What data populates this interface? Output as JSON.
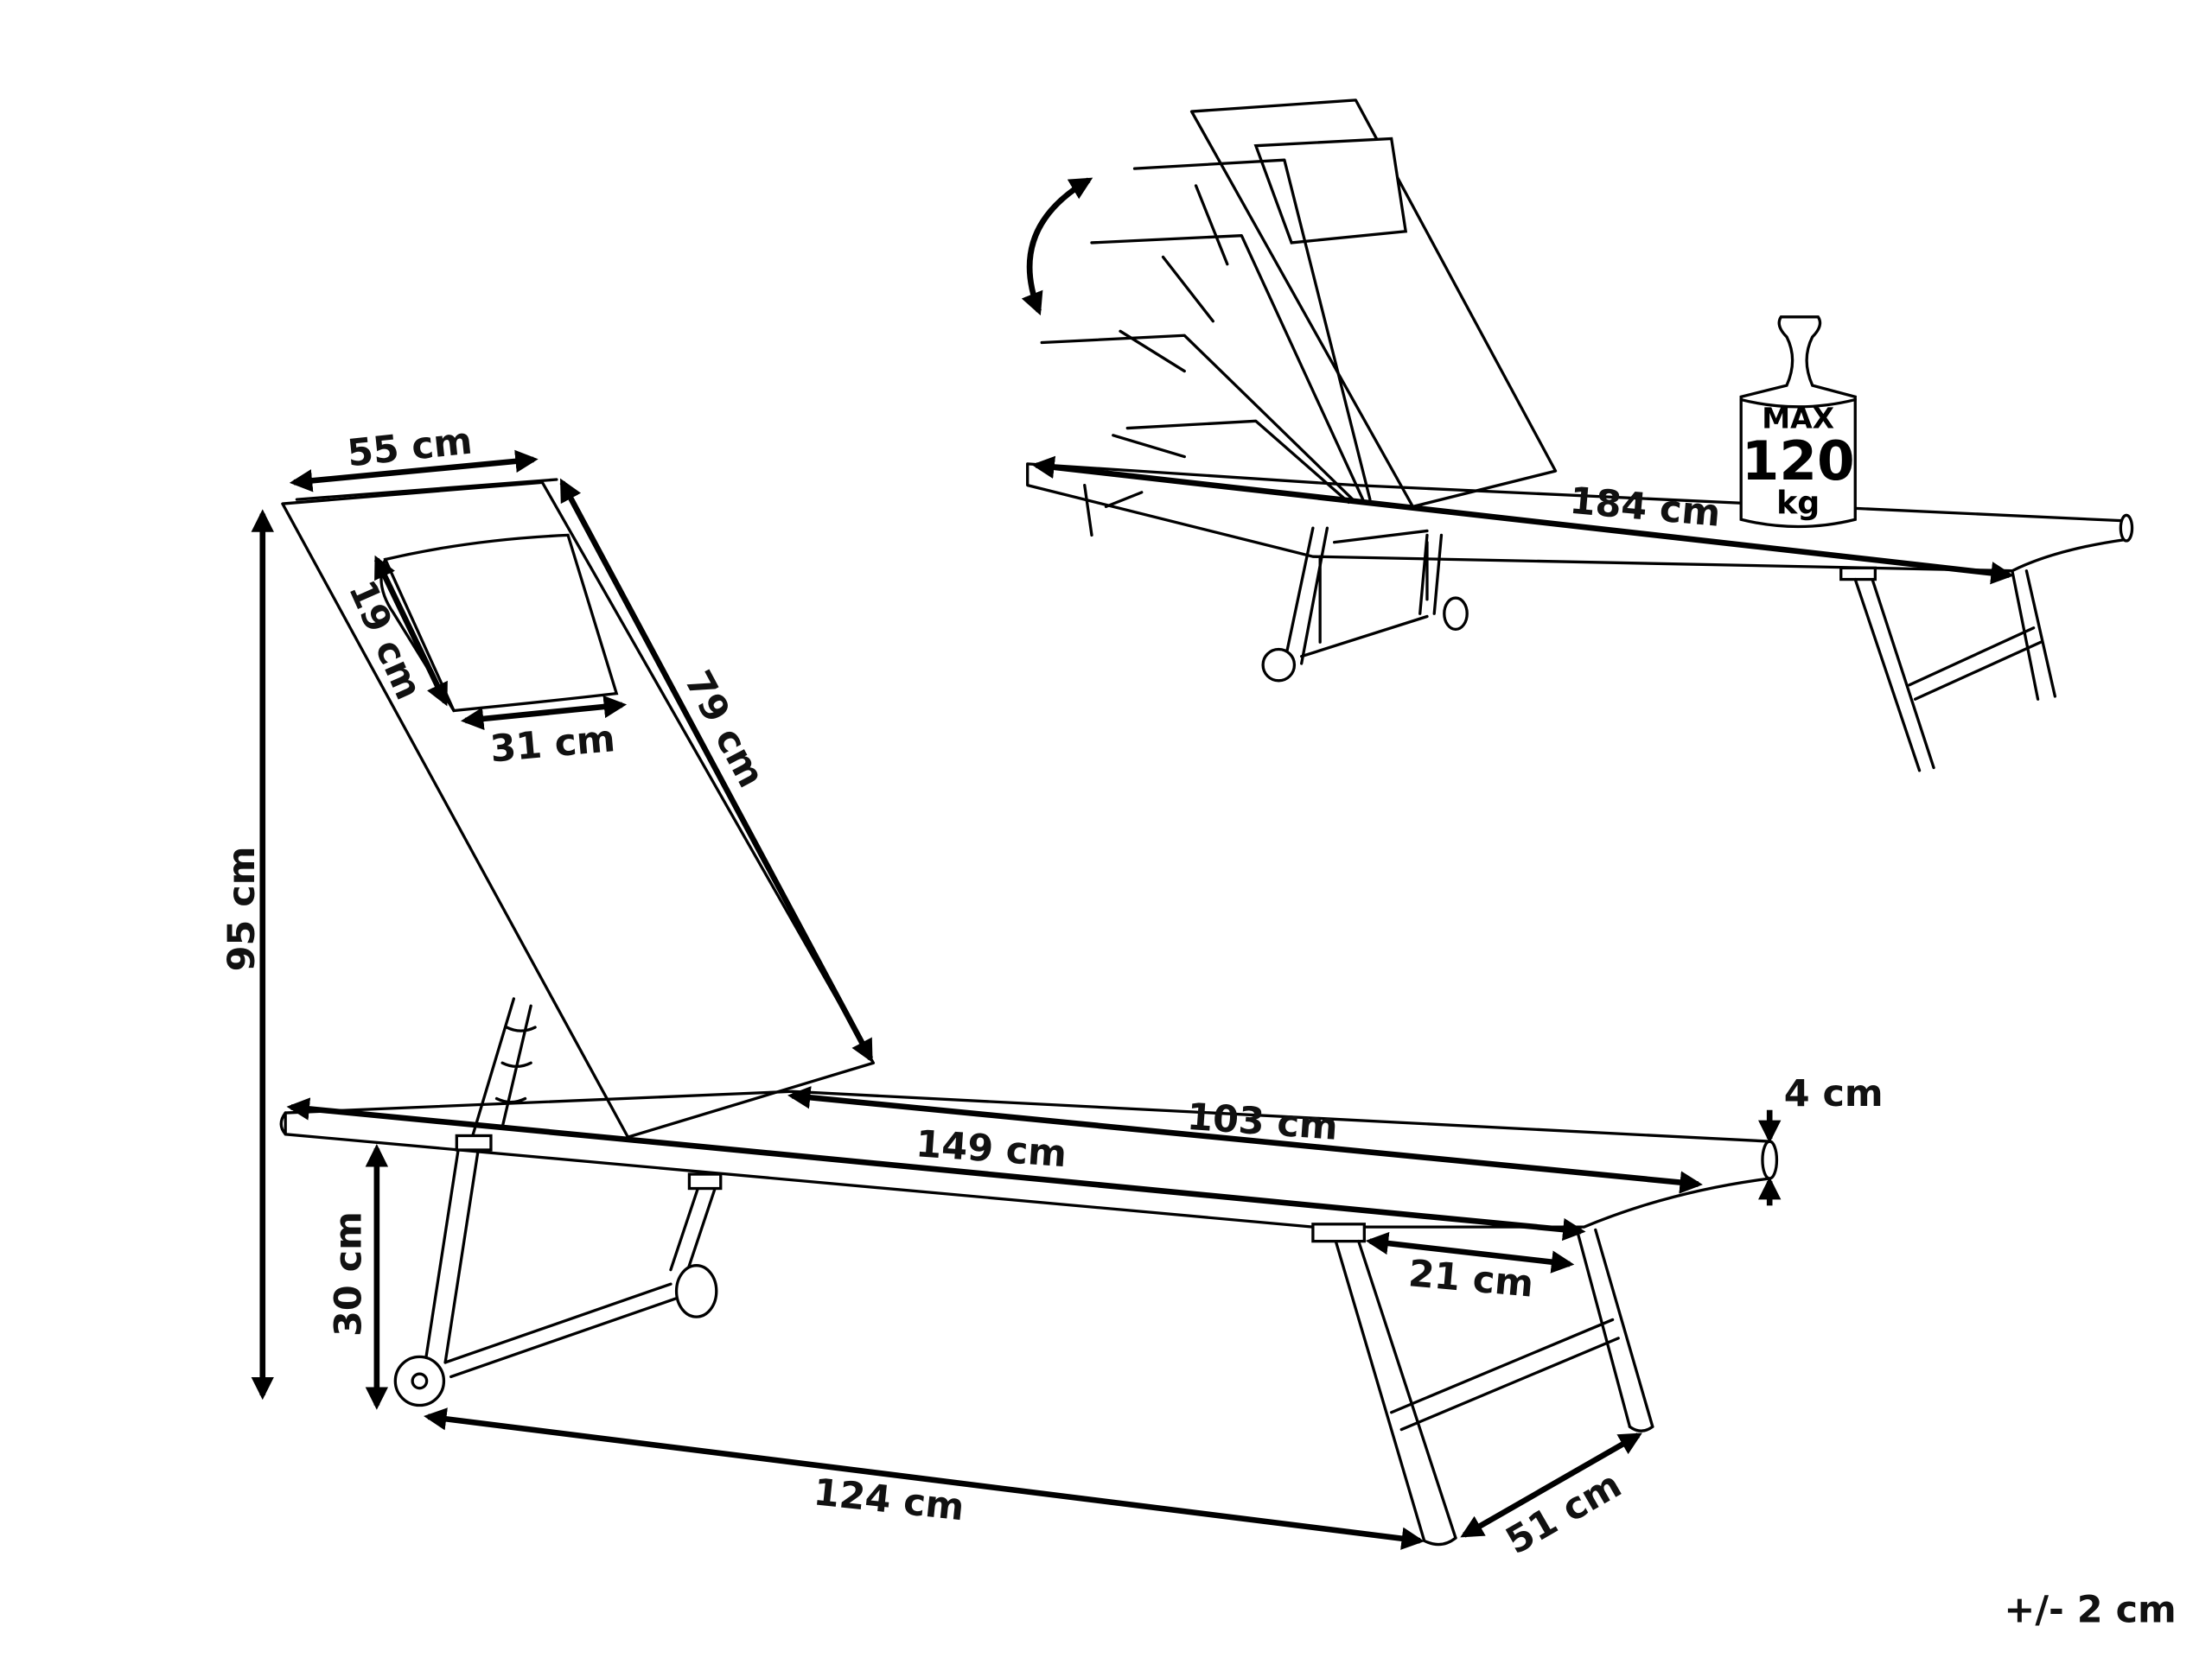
{
  "dimensions": {
    "headrest_width": "55 cm",
    "pillow_height": "19 cm",
    "pillow_width": "31 cm",
    "backrest_length": "79 cm",
    "total_height": "95 cm",
    "seat_length": "103 cm",
    "frame_length": "149 cm",
    "frame_thickness": "4 cm",
    "leg_offset": "21 cm",
    "seat_height": "30 cm",
    "base_length": "124 cm",
    "base_width": "51 cm",
    "total_length": "184 cm"
  },
  "max_load": {
    "line1": "MAX",
    "line2": "120",
    "line3": "kg"
  },
  "tolerance": "+/- 2 cm",
  "colors": {
    "line": "#000000",
    "background": "#ffffff"
  }
}
